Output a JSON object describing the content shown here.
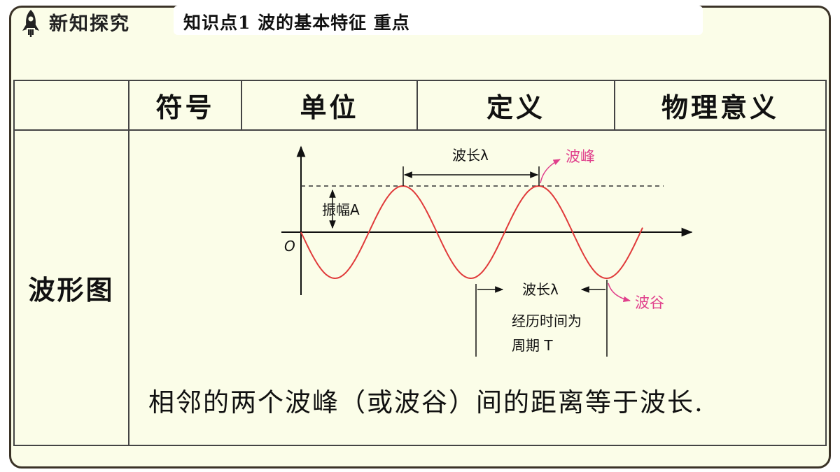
{
  "header": {
    "section_title": "新知探究",
    "topic_title": "知识点1  波的基本特征  重点"
  },
  "table": {
    "columns": [
      "符号",
      "单位",
      "定义",
      "物理意义"
    ],
    "row_label": "波形图"
  },
  "figure": {
    "wavelength_top": "波长λ",
    "amplitude": "振幅A",
    "origin": "O",
    "peak": "波峰",
    "trough": "波谷",
    "wavelength_bottom": "波长λ",
    "period_line1": "经历时间为",
    "period_line2": "周期 T"
  },
  "caption": "相邻的两个波峰（或波谷）间的距离等于波长.",
  "colors": {
    "wave": "#e03a3a",
    "annotation": "#e0408c",
    "frame": "#3b3327",
    "background": "#fbfde8"
  }
}
